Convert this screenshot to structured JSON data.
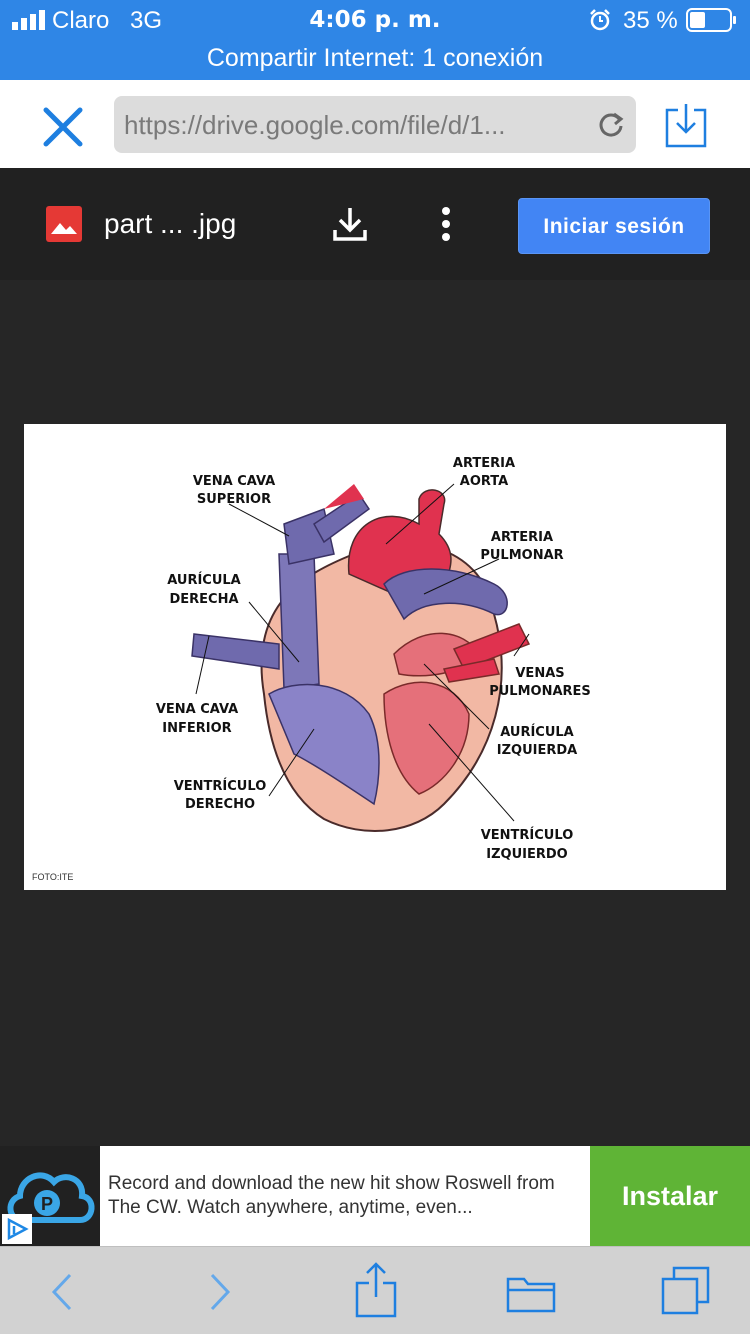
{
  "status_bar": {
    "carrier": "Claro",
    "network": "3G",
    "time": "4:06 p. m.",
    "battery": "35 %",
    "tethering": "Compartir Internet: 1 conexión"
  },
  "browser": {
    "url": "https://drive.google.com/file/d/1..."
  },
  "drive": {
    "file_name": "part ... .jpg",
    "signin_label": "Iniciar sesión"
  },
  "image": {
    "labels": {
      "vena_cava_superior": [
        "VENA CAVA",
        "SUPERIOR"
      ],
      "arteria_aorta": [
        "ARTERIA",
        "AORTA"
      ],
      "arteria_pulmonar": [
        "ARTERIA",
        "PULMONAR"
      ],
      "auricula_derecha": [
        "AURÍCULA",
        "DERECHA"
      ],
      "venas_pulmonares": [
        "VENAS",
        "PULMONARES"
      ],
      "vena_cava_inferior": [
        "VENA CAVA",
        "INFERIOR"
      ],
      "auricula_izquierda": [
        "AURÍCULA",
        "IZQUIERDA"
      ],
      "ventriculo_derecho": [
        "VENTRÍCULO",
        "DERECHO"
      ],
      "ventriculo_izquierdo": [
        "VENTRÍCULO",
        "IZQUIERDO"
      ]
    },
    "credit": "FOTO:ITE",
    "colors": {
      "tissue": "#f2b8a4",
      "venous": "#6f6aad",
      "arterial": "#e0324f"
    }
  },
  "ad": {
    "text": "Record and download the new hit show Roswell from The CW. Watch anywhere, anytime, even...",
    "install_label": "Instalar"
  },
  "colors": {
    "status_bar": "#2f86e6",
    "accent": "#4285f4",
    "install": "#5fb436"
  }
}
